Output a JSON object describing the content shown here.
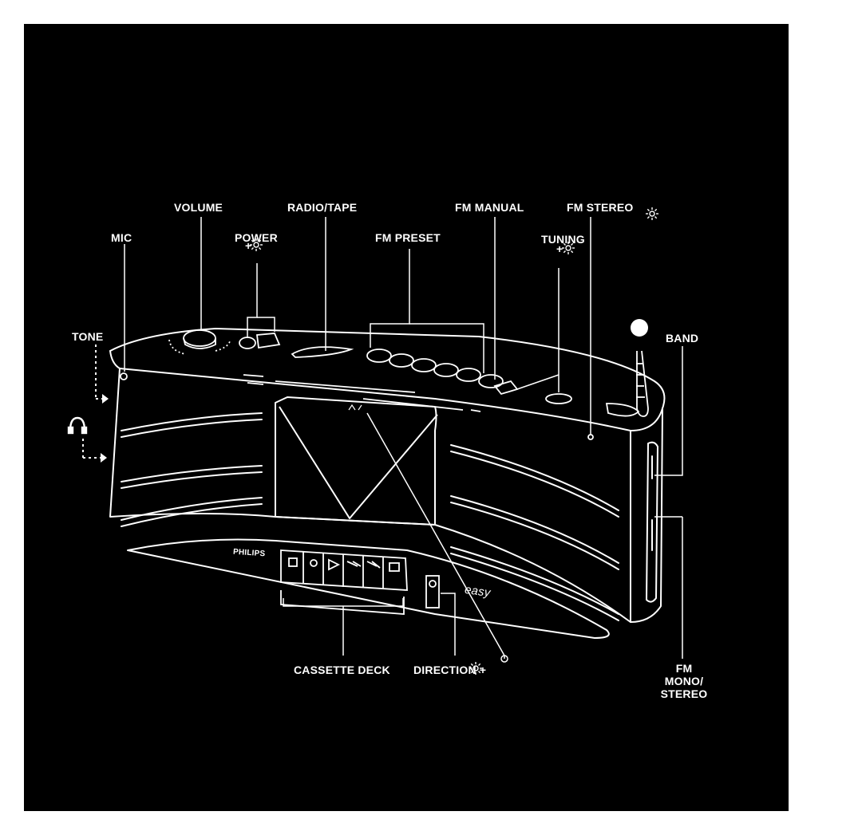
{
  "labels": {
    "volume": "VOLUME",
    "radio_tape": "RADIO/TAPE",
    "fm_manual": "FM MANUAL",
    "fm_stereo": "FM STEREO",
    "mic": "MIC",
    "power": "POWER",
    "power_sub": "+",
    "fm_preset": "FM PRESET",
    "tuning": "TUNING",
    "tuning_sub": "+",
    "tone": "TONE",
    "band": "BAND",
    "cassette_deck": "CASSETTE DECK",
    "direction": "DIRECTION +",
    "fm_mono_stereo": "FM\nMONO/\nSTEREO"
  },
  "device": {
    "brand": "PHILIPS",
    "model_logo": "easy"
  },
  "colors": {
    "background": "#000000",
    "page": "#ffffff",
    "line": "#ffffff"
  },
  "icons": [
    "sun-indicator-icon",
    "headphones-icon"
  ]
}
